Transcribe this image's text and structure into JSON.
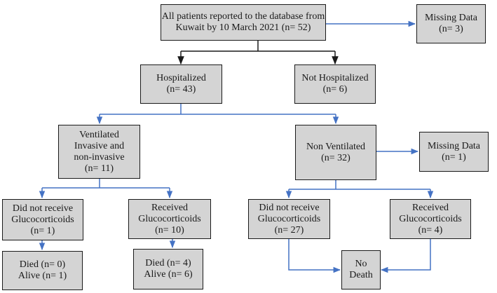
{
  "flowchart": {
    "colors": {
      "box_fill": "#d4d4d4",
      "box_border": "#1a1a1a",
      "arrow_blue": "#4472c4",
      "arrow_black": "#1a1a1a"
    },
    "all_patients": {
      "line1": "All patients reported to the database from",
      "line2": "Kuwait by 10 March 2021 (n= 52)"
    },
    "missing_top": {
      "line1": "Missing Data",
      "line2": "(n= 3)"
    },
    "hospitalized": {
      "line1": "Hospitalized",
      "line2": "(n= 43)"
    },
    "not_hospitalized": {
      "line1": "Not Hospitalized",
      "line2": "(n= 6)"
    },
    "ventilated": {
      "line1": "Ventilated",
      "line2": "Invasive and",
      "line3": "non-invasive",
      "line4": "(n= 11)"
    },
    "non_ventilated": {
      "line1": "Non Ventilated",
      "line2": "(n= 32)"
    },
    "missing_mid": {
      "line1": "Missing Data",
      "line2": "(n= 1)"
    },
    "vent_no_gc": {
      "line1": "Did not receive",
      "line2": "Glucocorticoids",
      "line3": "(n= 1)"
    },
    "vent_gc": {
      "line1": "Received",
      "line2": "Glucocorticoids",
      "line3": "(n= 10)"
    },
    "nonvent_no_gc": {
      "line1": "Did not receive",
      "line2": "Glucocorticoids",
      "line3": "(n= 27)"
    },
    "nonvent_gc": {
      "line1": "Received",
      "line2": "Glucocorticoids",
      "line3": "(n= 4)"
    },
    "vent_no_gc_outcome": {
      "line1": "Died (n= 0)",
      "line2": "Alive (n= 1)"
    },
    "vent_gc_outcome": {
      "line1": "Died (n= 4)",
      "line2": "Alive (n= 6)"
    },
    "no_death": {
      "line1": "No",
      "line2": "Death"
    }
  }
}
